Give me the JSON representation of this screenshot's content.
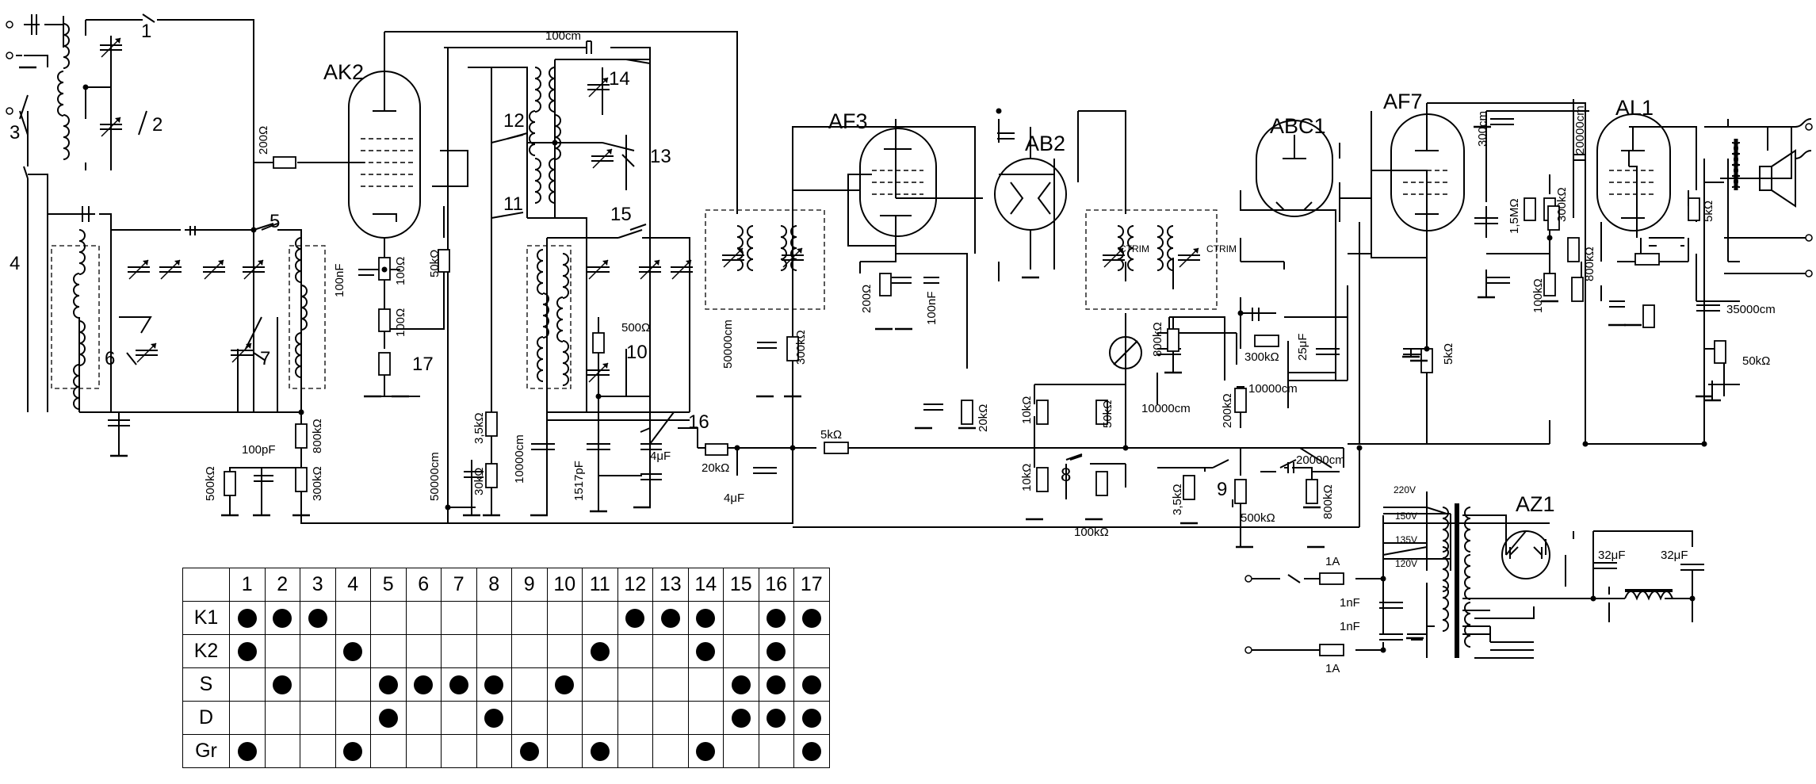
{
  "tubes": {
    "ak2": "AK2",
    "af3": "AF3",
    "ab2": "AB2",
    "abc1": "ABC1",
    "af7": "AF7",
    "al1": "AL1",
    "az1": "AZ1"
  },
  "switch_labels": [
    "1",
    "2",
    "3",
    "4",
    "5",
    "6",
    "7",
    "8",
    "9",
    "10",
    "11",
    "12",
    "13",
    "14",
    "15",
    "16",
    "17"
  ],
  "values": {
    "r_200": "200Ω",
    "c_100cm": "100cm",
    "c_100nf_ak2": "100nF",
    "r_100_a": "100Ω",
    "r_100_b": "100Ω",
    "r_50k_ak2": "50kΩ",
    "c_100pf": "100pF",
    "r_500k": "500kΩ",
    "r_800k_a": "800kΩ",
    "r_300k_a": "300kΩ",
    "c_50000cm_a": "50000cm",
    "r_3_5k_a": "3,5kΩ",
    "r_30k": "30kΩ",
    "c_10000cm_a": "10000cm",
    "c_1517pf": "1517pF",
    "r_500": "500Ω",
    "c_4uf_a": "4μF",
    "r_20k_a": "20kΩ",
    "c_4uf_b": "4μF",
    "c_50000cm_b": "50000cm",
    "r_300k_b": "300kΩ",
    "r_200_af3": "200Ω",
    "c_100nf_af3": "100nF",
    "r_5k_a": "5kΩ",
    "r_20k_b": "20kΩ",
    "r_10k_a": "10kΩ",
    "r_10k_b": "10kΩ",
    "r_100k": "100kΩ",
    "r_50k_b": "50kΩ",
    "ctrim_a": "CTRIM",
    "ctrim_b": "CTRIM",
    "r_800k_b": "800kΩ",
    "c_10000cm_b": "10000cm",
    "r_300k_c": "300kΩ",
    "c_25uf": "25μF",
    "c_10000cm_c": "10000cm",
    "r_200k": "200kΩ",
    "r_3_5k_b": "3,5kΩ",
    "c_20000cm_a": "20000cm",
    "r_500k_pot": "500kΩ",
    "r_800k_c": "800kΩ",
    "c_300cm": "300cm",
    "c_20000cm_b": "20000cm",
    "r_1_5m": "1,5MΩ",
    "r_300k_d": "300kΩ",
    "r_800k_d": "800kΩ",
    "r_100k_b": "100kΩ",
    "r_5k_b": "5kΩ",
    "r_5k_c": "5kΩ",
    "c_35000cm": "35000cm",
    "r_50k_c": "50kΩ",
    "v_220": "220V",
    "v_150": "150V",
    "v_135": "135V",
    "v_120": "120V",
    "fuse_a": "1A",
    "fuse_b": "1A",
    "c_1nf_a": "1nF",
    "c_1nf_b": "1nF",
    "c_32uf_a": "32μF",
    "c_32uf_b": "32μF"
  },
  "table": {
    "columns": [
      "1",
      "2",
      "3",
      "4",
      "5",
      "6",
      "7",
      "8",
      "9",
      "10",
      "11",
      "12",
      "13",
      "14",
      "15",
      "16",
      "17"
    ],
    "rows": [
      {
        "label": "K1",
        "on": [
          1,
          1,
          1,
          0,
          0,
          0,
          0,
          0,
          0,
          0,
          0,
          1,
          1,
          1,
          0,
          1,
          1
        ]
      },
      {
        "label": "K2",
        "on": [
          1,
          0,
          0,
          1,
          0,
          0,
          0,
          0,
          0,
          0,
          1,
          0,
          0,
          1,
          0,
          1,
          0
        ]
      },
      {
        "label": "S",
        "on": [
          0,
          1,
          0,
          0,
          1,
          1,
          1,
          1,
          0,
          1,
          0,
          0,
          0,
          0,
          1,
          1,
          1
        ]
      },
      {
        "label": "D",
        "on": [
          0,
          0,
          0,
          0,
          1,
          0,
          0,
          1,
          0,
          0,
          0,
          0,
          0,
          0,
          1,
          1,
          1
        ]
      },
      {
        "label": "Gr",
        "on": [
          1,
          0,
          0,
          1,
          0,
          0,
          0,
          0,
          1,
          0,
          1,
          0,
          0,
          1,
          0,
          0,
          1
        ]
      }
    ]
  }
}
